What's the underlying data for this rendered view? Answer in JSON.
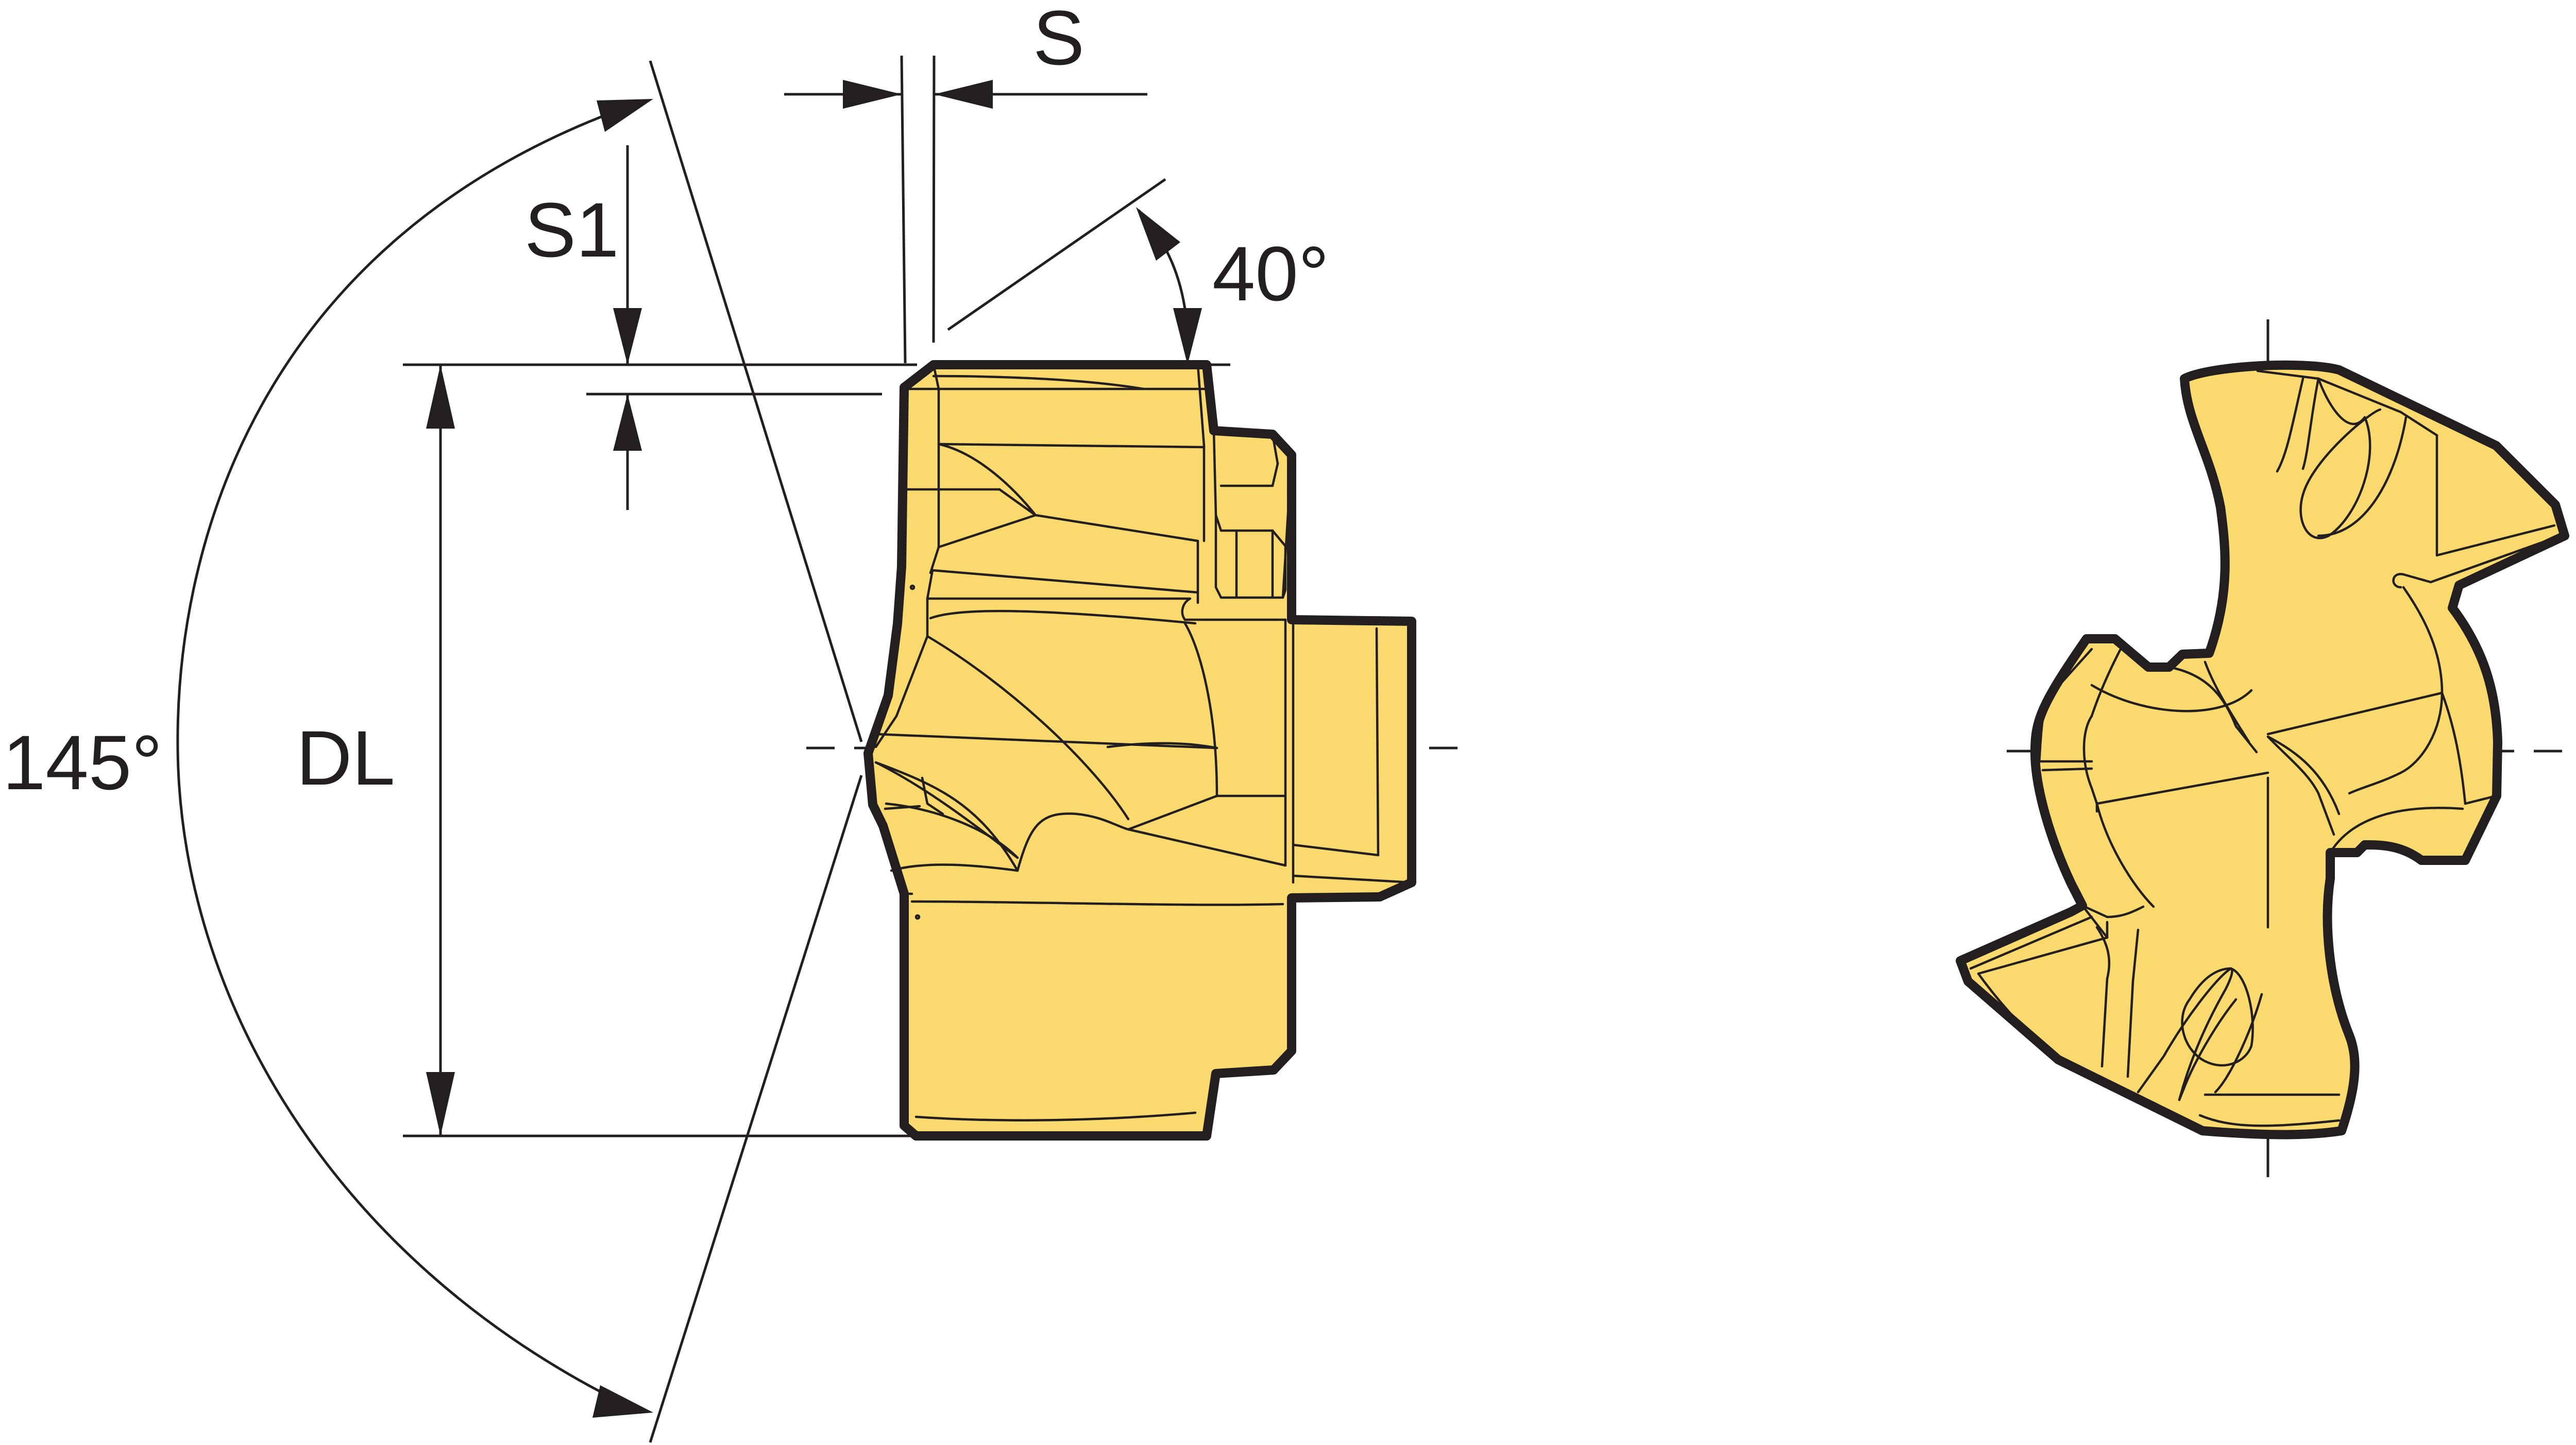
{
  "labels": {
    "dim_s": "S",
    "dim_s1": "S1",
    "dim_40": "40°",
    "dim_145": "145°",
    "dim_dl": "DL"
  },
  "colors": {
    "insert_fill": "#fad96f",
    "line": "#231f20",
    "background": "#ffffff"
  }
}
